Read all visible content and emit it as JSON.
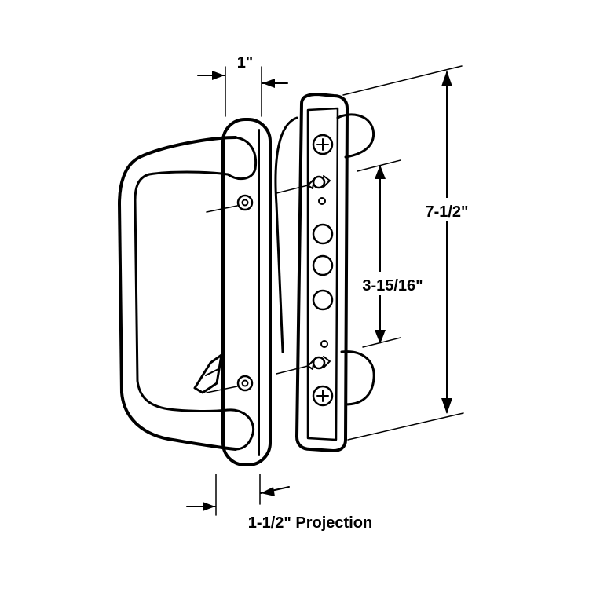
{
  "labels": {
    "width_dim": "1\"",
    "projection_dim": "1-1/2\" Projection",
    "height_dim": "7-1/2\"",
    "hole_spacing_dim": "3-15/16\""
  }
}
